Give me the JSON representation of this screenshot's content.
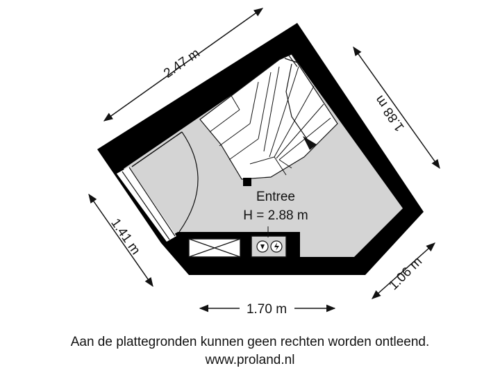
{
  "room": {
    "name": "Entree",
    "height": "H = 2.88 m"
  },
  "dimensions": {
    "top_wall": "2.47 m",
    "right_upper_wall": "1.88 m",
    "left_wall": "1.41 m",
    "right_lower_wall": "1.06 m",
    "bottom_wall": "1.70 m"
  },
  "footer": {
    "disclaimer": "Aan de plattegronden kunnen geen rechten worden ontleend.",
    "website": "www.proland.nl"
  },
  "colors": {
    "wall": "#000000",
    "floor": "#d4d4d4",
    "stairs": "#ffffff",
    "line": "#111111"
  }
}
